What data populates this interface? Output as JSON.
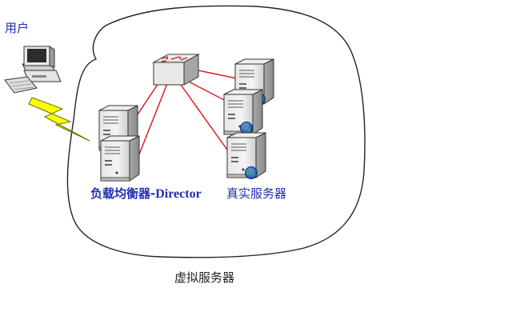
{
  "labels": {
    "user": "用户",
    "load_balancer_prefix": "负载均衡器-",
    "load_balancer_name": "Director",
    "real_servers": "真实服务器",
    "virtual_server": "虚拟服务器"
  },
  "colors": {
    "label_blue": "#1f2fb0",
    "link_red": "#e02020",
    "lightning_yellow": "#ffff00",
    "outline": "#222222"
  },
  "icons": {
    "user": "desktop-computer-icon",
    "switch": "network-switch-icon",
    "load_balancer": "tower-server-icon",
    "real_server": "web-server-icon",
    "connection": "lightning-bolt-icon"
  }
}
